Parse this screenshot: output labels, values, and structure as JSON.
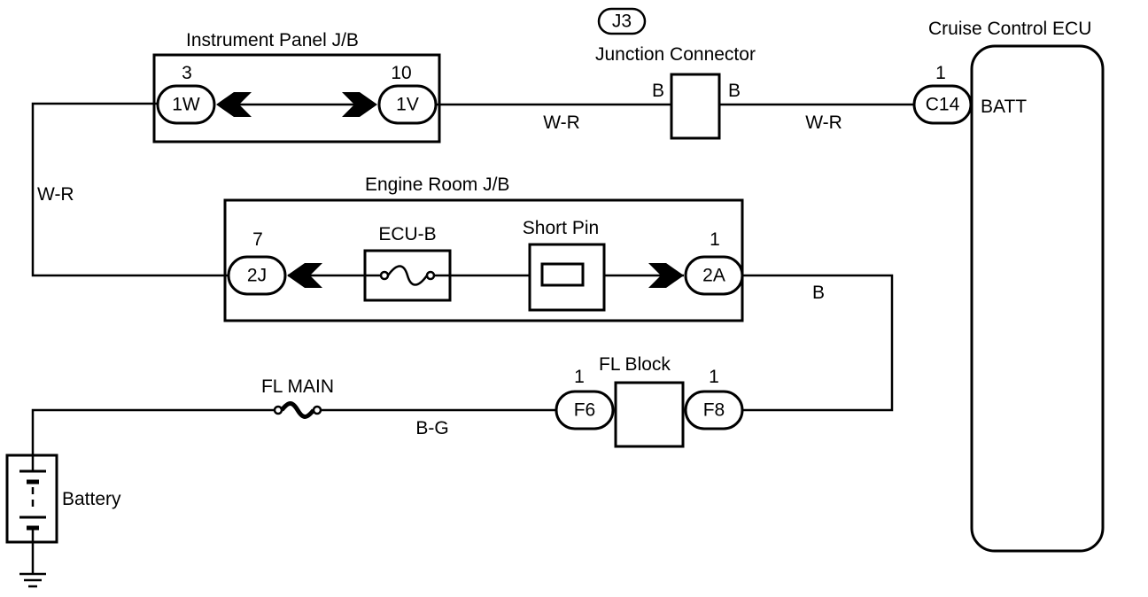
{
  "boxes": {
    "instrument_panel_jb": "Instrument Panel J/B",
    "engine_room_jb": "Engine Room J/B",
    "fl_block": "FL Block",
    "cruise_ecu": "Cruise Control ECU",
    "junction_connector": "Junction Connector",
    "junction_connector_id": "J3"
  },
  "connectors": {
    "1W": {
      "label": "1W",
      "pin": "3"
    },
    "1V": {
      "label": "1V",
      "pin": "10"
    },
    "2J": {
      "label": "2J",
      "pin": "7"
    },
    "2A": {
      "label": "2A",
      "pin": "1"
    },
    "F6": {
      "label": "F6",
      "pin": "1"
    },
    "F8": {
      "label": "F8",
      "pin": "1"
    },
    "C14": {
      "label": "C14",
      "pin": "1"
    }
  },
  "components": {
    "ecu_b": "ECU-B",
    "short_pin": "Short Pin",
    "fl_main": "FL MAIN",
    "battery": "Battery",
    "batt_terminal": "BATT",
    "jc_left": "B",
    "jc_right": "B"
  },
  "wires": {
    "ip_to_jc": "W-R",
    "jc_to_ecu": "W-R",
    "left_vertical": "W-R",
    "er_to_fl": "B",
    "battery_to_fl": "B-G"
  }
}
